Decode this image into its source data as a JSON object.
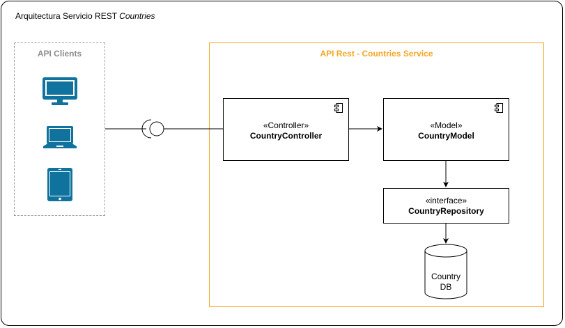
{
  "diagram": {
    "title_prefix": "Arquitectura Servicio REST ",
    "title_italic": "Countries",
    "clients_group": {
      "label": "API Clients",
      "devices": [
        "monitor-icon",
        "laptop-icon",
        "tablet-icon"
      ]
    },
    "service_group": {
      "label": "API Rest - Countries Service",
      "border_color": "#f5a623"
    },
    "components": [
      {
        "id": "controller",
        "stereotype": "«Controller»",
        "name": "CountryController"
      },
      {
        "id": "model",
        "stereotype": "«Model»",
        "name": "CountryModel"
      },
      {
        "id": "repository",
        "stereotype": "«interface»",
        "name": "CountryRepository"
      }
    ],
    "database": {
      "line1": "Country",
      "line2": "DB"
    },
    "icon_color": "#10739e"
  }
}
